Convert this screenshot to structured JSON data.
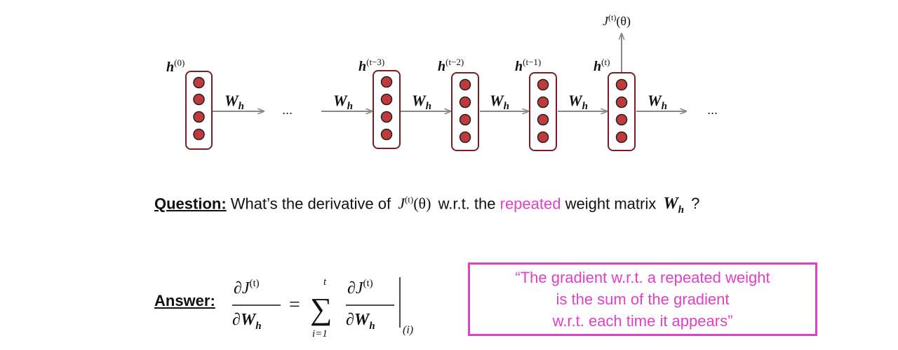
{
  "diagram": {
    "hidden_labels": [
      "h",
      "(0)",
      "h",
      "(t−3)",
      "h",
      "(t−2)",
      "h",
      "(t−1)",
      "h",
      "(t)"
    ],
    "weight_label": "W",
    "weight_sub": "h",
    "ellipsis": "...",
    "loss_label": "J",
    "loss_sup": "(t)",
    "loss_arg": "(θ)"
  },
  "question": {
    "label": "Question:",
    "text1": "What’s the derivative of",
    "J": "J",
    "J_sup": "(t)",
    "J_arg": "(θ)",
    "text2": "w.r.t. the",
    "highlight": "repeated",
    "text3": "weight matrix",
    "W": "W",
    "W_sub": "h",
    "end": "?"
  },
  "answer": {
    "label": "Answer:",
    "partial": "∂",
    "J": "J",
    "J_sup": "(t)",
    "W": "W",
    "W_sub": "h",
    "equals": "=",
    "sum": "∑",
    "sum_top": "t",
    "sum_bottom": "i=1",
    "eval_sub": "(i)"
  },
  "quote": {
    "lines": [
      "“The gradient w.r.t. a repeated weight",
      "is the sum of the gradient",
      "w.r.t. each time it appears”"
    ]
  },
  "colors": {
    "node_fill": "#c0393b",
    "node_border": "#7a1f1f",
    "arrow": "#888888",
    "accent": "#e040c8"
  }
}
